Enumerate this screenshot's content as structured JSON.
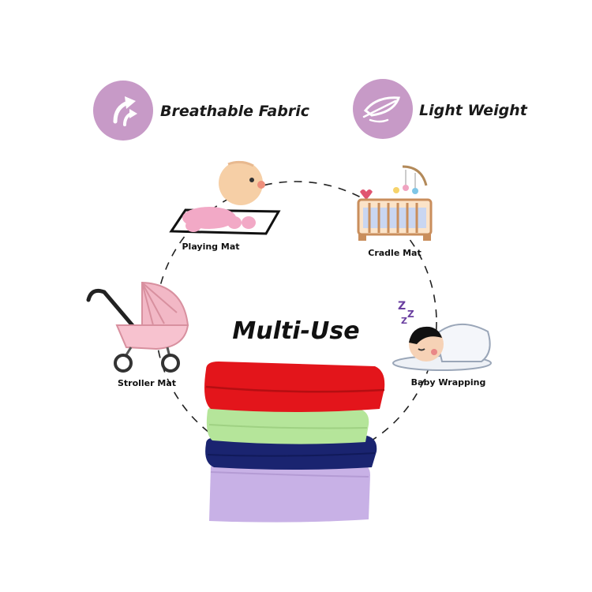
{
  "features": [
    {
      "label": "Breathable Fabric",
      "icon": "airflow-arrows-icon"
    },
    {
      "label": "Light Weight",
      "icon": "feather-icon"
    }
  ],
  "title": "Multi-Use",
  "uses": [
    {
      "label": "Playing Mat",
      "icon": "crawling-baby-icon"
    },
    {
      "label": "Cradle Mat",
      "icon": "crib-icon"
    },
    {
      "label": "Stroller Mat",
      "icon": "stroller-icon"
    },
    {
      "label": "Baby Wrapping",
      "icon": "sleeping-baby-icon"
    }
  ],
  "fabric_colors": [
    "#e3151b",
    "#b5e59a",
    "#1a2470",
    "#c8b1e6"
  ],
  "accent_color": "#c79ac7"
}
